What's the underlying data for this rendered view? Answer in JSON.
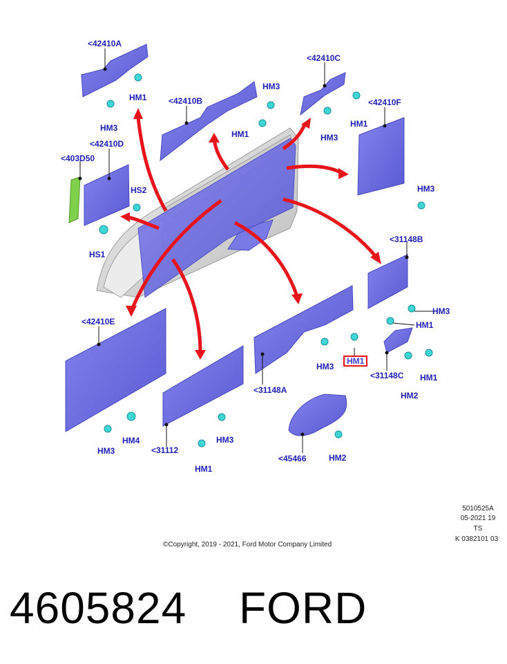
{
  "labels": {
    "p42410A": "<42410A",
    "p42410B": "<42410B",
    "p42410C": "<42410C",
    "p42410D": "<42410D",
    "p42410E": "<42410E",
    "p42410F": "<42410F",
    "p403D50": "<403D50",
    "p31148B": "<31148B",
    "p31148A": "<31148A",
    "p31148C": "<31148C",
    "p31112": "<31112",
    "p45466": "<45466",
    "hm1_a": "HM1",
    "hm3_a": "HM3",
    "hm3_b": "HM3",
    "hm1_b": "HM1",
    "hm3_c": "HM3",
    "hm1_c": "HM1",
    "hm3_f": "HM3",
    "hs2": "HS2",
    "hs1": "HS1",
    "hm3_31148b": "HM3",
    "hm1_31148b": "HM1",
    "hm3_31148a": "HM3",
    "hm1_highlight": "HM1",
    "hm1_31148c": "HM1",
    "hm2_31148c": "HM2",
    "hm4_e": "HM4",
    "hm3_e": "HM3",
    "hm3_31112": "HM3",
    "hm1_31112": "HM1",
    "hm2_45466": "HM2"
  },
  "meta": {
    "code": "5010525A",
    "date": "05-2021 19",
    "initials": "TS",
    "ref": "K 0382101 03"
  },
  "copyright": "©Copyright, 2019 - 2021, Ford Motor Company Limited",
  "part_number": "4605824",
  "brand": "FORD",
  "colors": {
    "panel": "#6f6fe0",
    "panel_dark": "#4b4bc4",
    "clip": "#3fd6d6",
    "arrow": "#e8141c",
    "body": "#d9d9d9",
    "green": "#7fd04a",
    "label": "#1f1fb8"
  }
}
